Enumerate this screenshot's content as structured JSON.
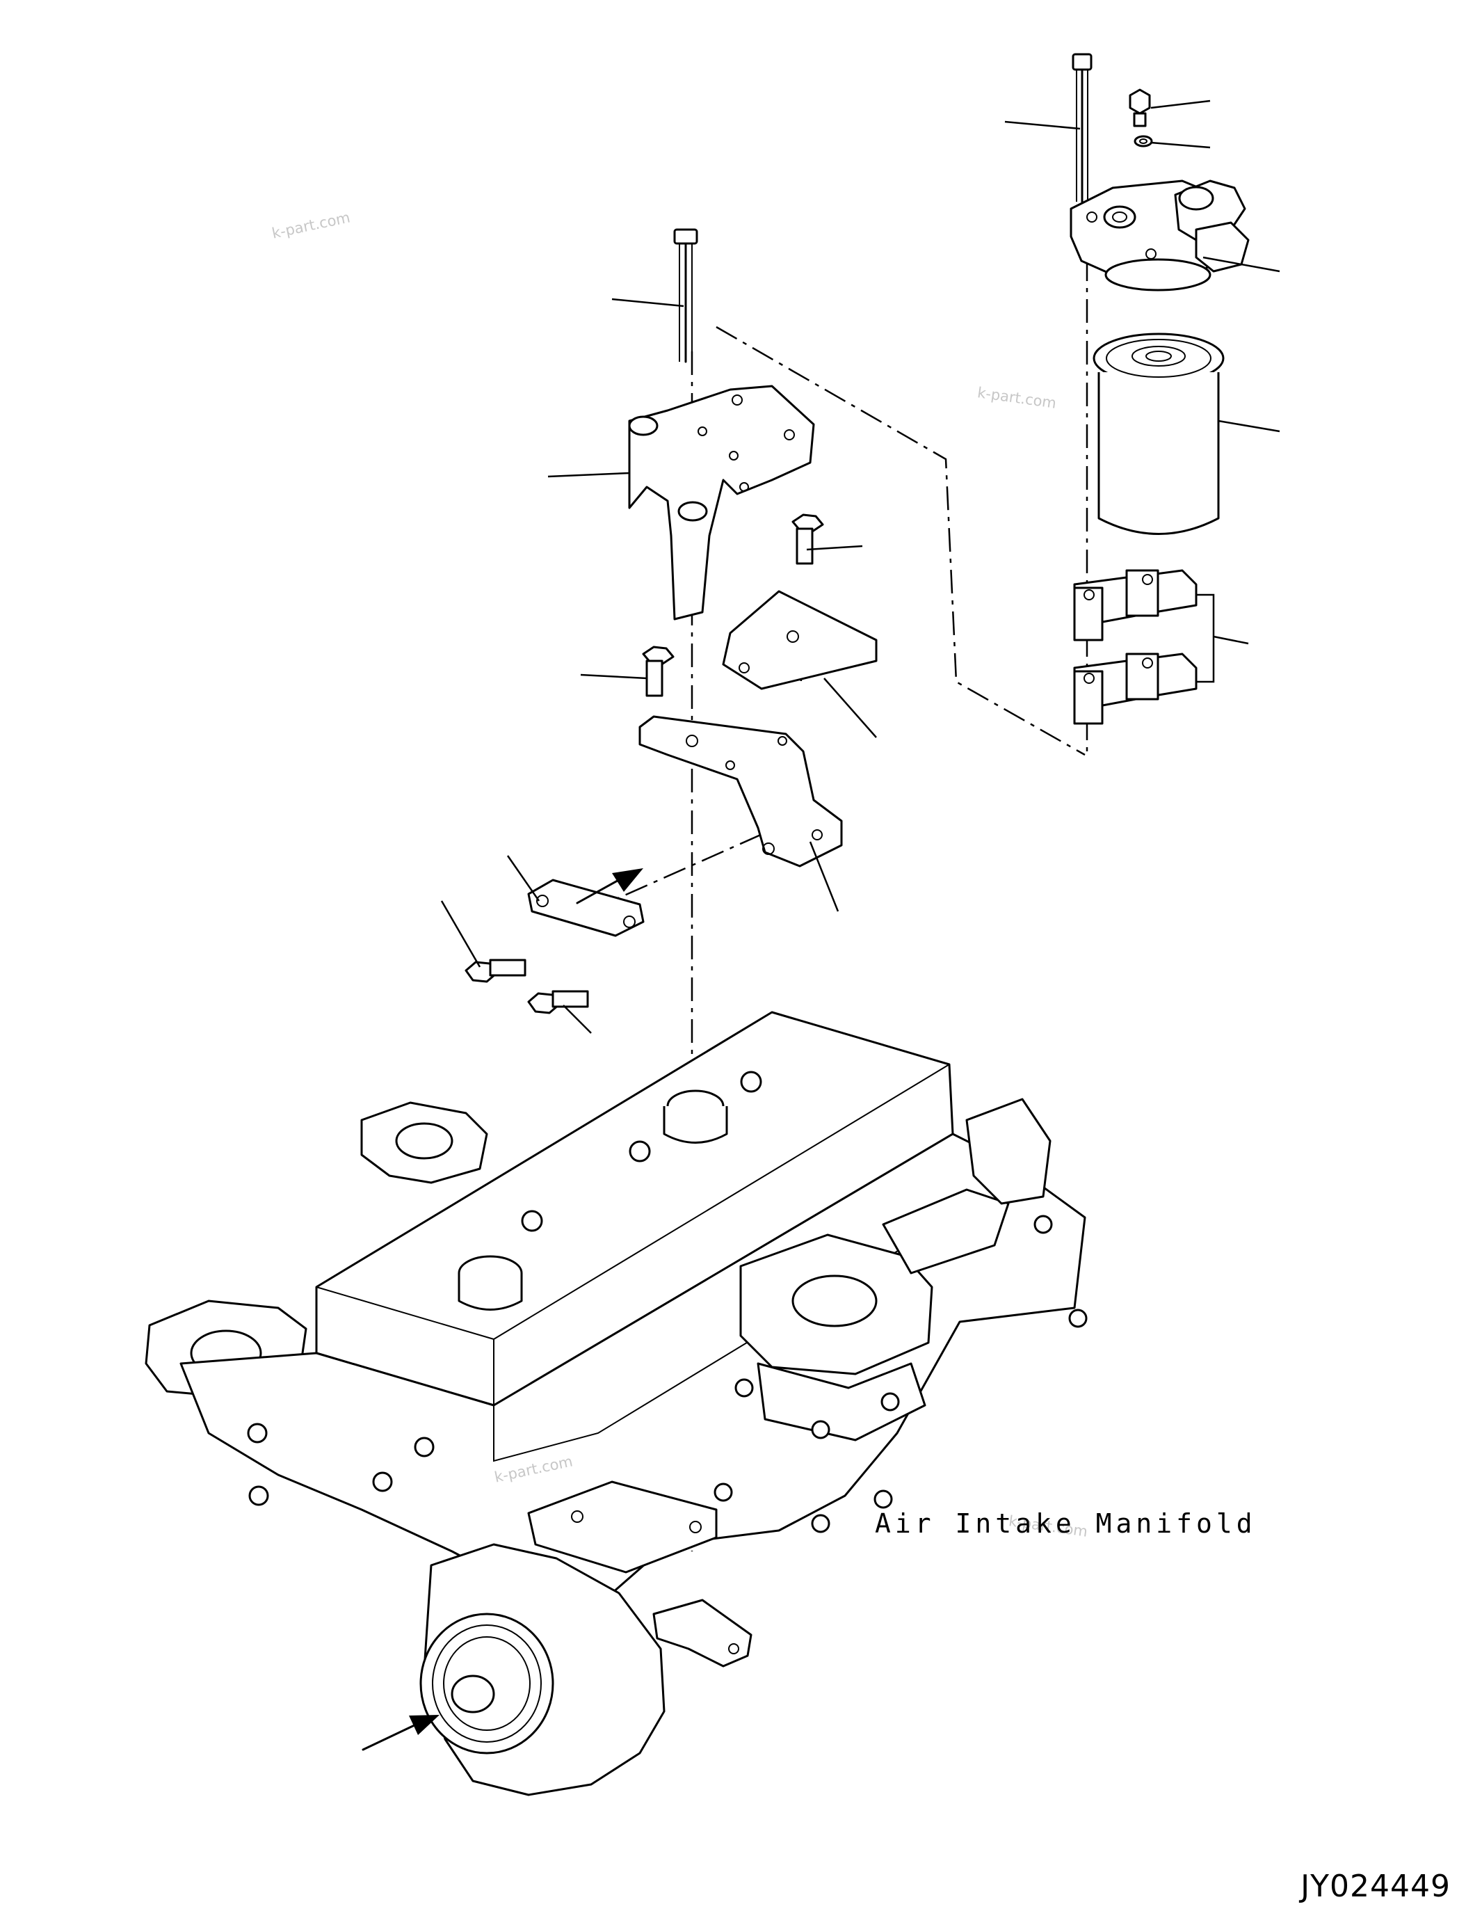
{
  "annotations": {
    "air_intake_manifold": "Air Intake Manifold",
    "figure_id": "JY024449"
  },
  "watermarks": [
    "k-part.com",
    "k-part.com",
    "k-part.com",
    "k-part.com"
  ],
  "icons": {
    "bolt": "bolt-icon",
    "washer": "washer-icon",
    "filter_head": "filter-head-icon",
    "filter_cartridge": "filter-cartridge-icon",
    "spacer": "spacer-icon",
    "bracket": "bracket-icon",
    "plate": "plate-icon",
    "engine": "engine-icon",
    "arrow": "arrow-icon"
  }
}
